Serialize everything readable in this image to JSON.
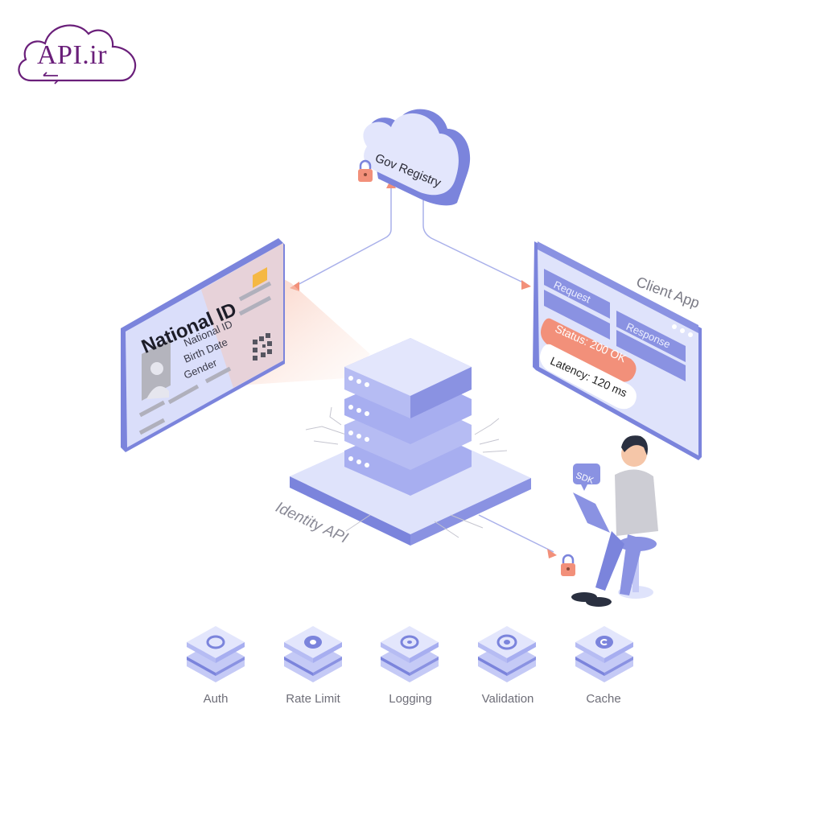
{
  "logo": {
    "text": "API.ir",
    "color": "#6a1f7a"
  },
  "colors": {
    "primary": "#7b84dc",
    "light": "#dfe3fb",
    "accent": "#f2907a",
    "text_dark": "#2a2a35",
    "text_muted": "#7a7a85"
  },
  "gov_registry": {
    "label": "Gov Registry",
    "icon": "lock-icon"
  },
  "national_id_card": {
    "title": "National ID",
    "fields": [
      "National ID",
      "Birth Date",
      "Gender"
    ],
    "icons": [
      "avatar-icon",
      "chip-icon",
      "qr-code-icon"
    ]
  },
  "client_app": {
    "label": "Client App",
    "request_label": "Request",
    "response_label": "Response",
    "status_text": "Status: 200 OK",
    "latency_text": "Latency: 120 ms"
  },
  "identity_api": {
    "label": "Identity API",
    "icon": "server-stack-icon"
  },
  "developer": {
    "sdk_label": "SDK",
    "icon": "lock-icon"
  },
  "middleware": [
    {
      "label": "Auth",
      "icon": "compass-icon"
    },
    {
      "label": "Rate Limit",
      "icon": "dot-circle-icon"
    },
    {
      "label": "Logging",
      "icon": "spiral-icon"
    },
    {
      "label": "Validation",
      "icon": "target-icon"
    },
    {
      "label": "Cache",
      "icon": "refresh-icon"
    }
  ]
}
